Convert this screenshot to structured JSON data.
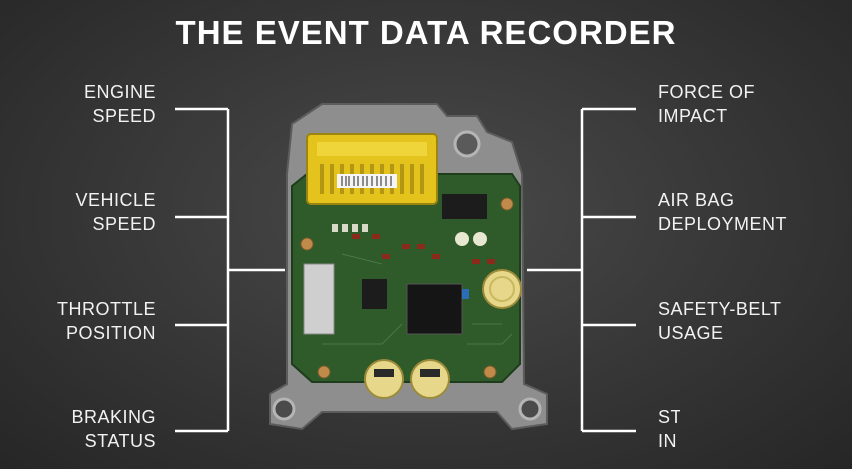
{
  "title": "THE EVENT DATA RECORDER",
  "left_labels": [
    {
      "id": "engine-speed",
      "text": "ENGINE\nSPEED"
    },
    {
      "id": "vehicle-speed",
      "text": "VEHICLE\nSPEED"
    },
    {
      "id": "throttle-position",
      "text": "THROTTLE\nPOSITION"
    },
    {
      "id": "braking-status",
      "text": "BRAKING\nSTATUS"
    }
  ],
  "right_labels": [
    {
      "id": "force-of-impact",
      "text": "FORCE OF\nIMPACT"
    },
    {
      "id": "air-bag-deployment",
      "text": "AIR BAG\nDEPLOYMENT"
    },
    {
      "id": "safety-belt-usage",
      "text": "SAFETY-BELT\nUSAGE"
    },
    {
      "id": "partial-label",
      "text": "ST\nIN"
    }
  ],
  "colors": {
    "background": "#363636",
    "text": "#ffffff",
    "pcb": "#2f5a2a",
    "connector": "#e3c31c",
    "housing": "#8f8f8f"
  },
  "icons": [
    "event-data-recorder-module-image"
  ]
}
